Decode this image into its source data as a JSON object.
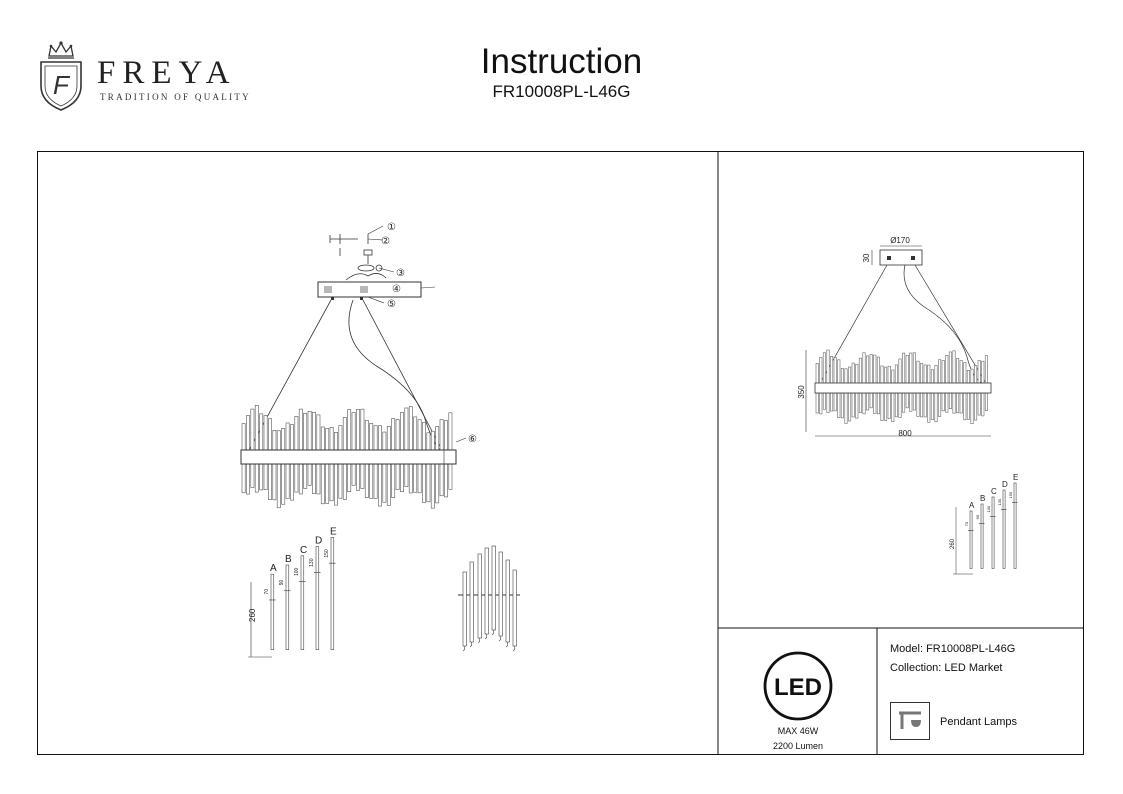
{
  "brand": {
    "logo_letter": "F",
    "name": "FREYA",
    "tagline": "TRADITION OF QUALITY"
  },
  "header": {
    "title": "Instruction",
    "model_code": "FR10008PL-L46G"
  },
  "assembly": {
    "callouts": [
      "①",
      "②",
      "③",
      "④",
      "⑤",
      "⑥"
    ]
  },
  "crystal_types": {
    "letters": [
      "A",
      "B",
      "C",
      "D",
      "E"
    ],
    "lengths": [
      "70",
      "90",
      "100",
      "130",
      "150"
    ],
    "total_length": "260"
  },
  "dimensions": {
    "canopy_diameter": "Ø170",
    "canopy_height": "30",
    "height": "350",
    "width": "800"
  },
  "specs": {
    "model": "Model: FR10008PL-L46G",
    "collection": "Collection: LED Market",
    "lamp_type": "Pendant Lamps"
  },
  "led": {
    "badge": "LED",
    "max_power": "MAX 46W",
    "lumen": "2200 Lumen"
  }
}
